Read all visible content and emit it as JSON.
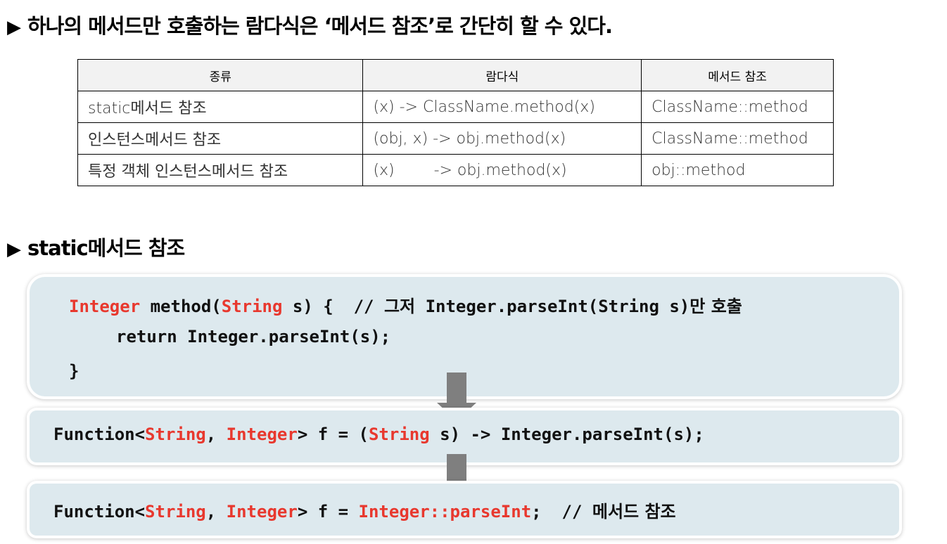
{
  "heading1": "하나의 메서드만 호출하는 람다식은 ‘메서드 참조’로 간단히 할 수 있다.",
  "heading2": "static메서드 참조",
  "bullet": "▶",
  "table": {
    "headers": [
      "종류",
      "람다식",
      "메서드 참조"
    ],
    "rows": [
      [
        "static메서드 참조",
        "(x) -> ClassName.method(x)",
        "ClassName::method"
      ],
      [
        "인스턴스메서드 참조",
        "(obj, x) -> obj.method(x)",
        "ClassName::method"
      ],
      [
        "특정 객체 인스턴스메서드 참조",
        "(x)        -> obj.method(x)",
        "obj::method"
      ]
    ]
  },
  "code1": {
    "line1": {
      "type": "Integer",
      "rest": " method(",
      "ptype": "String",
      "rest2": " s) {  // ",
      "comment_ko": "그저",
      "comment_code": " Integer.parseInt(String s)",
      "comment_ko2": "만 호출"
    },
    "line2": "return Integer.parseInt(s);",
    "line3": "}"
  },
  "code2": {
    "p1": "Function<",
    "t1": "String",
    "p2": ", ",
    "t2": "Integer",
    "p3": "> f = (",
    "t3": "String",
    "p4": " s) -> Integer.parseInt(s);"
  },
  "code3": {
    "p1": "Function<",
    "t1": "String",
    "p2": ", ",
    "t2": "Integer",
    "p3": "> f = ",
    "t3": "Integer::parseInt",
    "p4": ";  // ",
    "comment_ko": "메서드 참조"
  },
  "colors": {
    "keyword": "#e8382e",
    "box_bg": "#dde9ee",
    "arrow": "#7f7f7f",
    "header_bg": "#f2f2f2"
  }
}
